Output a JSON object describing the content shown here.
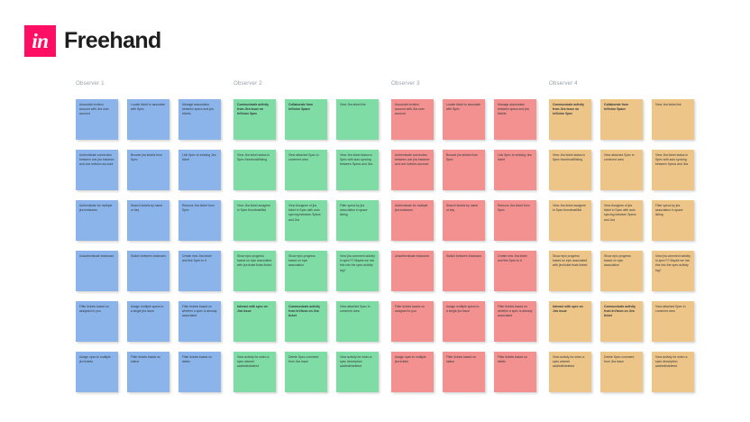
{
  "brand": {
    "mark_text": "in",
    "wordmark": "Freehand",
    "mark_color": "#ff0f64",
    "wordmark_color": "#1d1d1d"
  },
  "palette": {
    "blue": "#8ab4ea",
    "green": "#7fdca4",
    "pink": "#f2918f",
    "orange": "#eec589",
    "background": "#ffffff",
    "column_title": "#9aa0a6"
  },
  "columns": [
    {
      "title": "Observer 1",
      "color_key": "blue",
      "notes": [
        {
          "text": "Associate invision account with Jira user account",
          "bold": false
        },
        {
          "text": "Locate ticket to associate with Spec",
          "bold": false
        },
        {
          "text": "Manage association between specs and jira tickets",
          "bold": false
        },
        {
          "text": "Authenticate connection between one jira instance and one invision account",
          "bold": false
        },
        {
          "text": "Browse jira tickets from Spec",
          "bold": false
        },
        {
          "text": "Link Spec to existing Jira ticket",
          "bold": false
        },
        {
          "text": "Authenticate for multiple jira instances",
          "bold": false
        },
        {
          "text": "Search tickets by name or key",
          "bold": false
        },
        {
          "text": "Remove Jira ticket from Spec",
          "bold": false
        },
        {
          "text": "Unauthenticate instances",
          "bold": false
        },
        {
          "text": "Switch between instances",
          "bold": false
        },
        {
          "text": "Create new Jira ticket and link Spec to it",
          "bold": false
        },
        {
          "text": "Filter tickets based on assigned to you",
          "bold": false
        },
        {
          "text": "Assign multiple specs to a single jira issue",
          "bold": false
        },
        {
          "text": "Filter tickets based on whether a spec is already associated",
          "bold": false
        },
        {
          "text": "Assign spec to multiple jira tickets",
          "bold": false
        },
        {
          "text": "Filter tickets based on status",
          "bold": false
        },
        {
          "text": "Filter tickets based on labels",
          "bold": false
        }
      ]
    },
    {
      "title": "Observer 2",
      "color_key": "green",
      "notes": [
        {
          "text": "Communicate activity from Jira issue on InVision Spec",
          "bold": true
        },
        {
          "text": "Collaborate from InVision Space",
          "bold": true
        },
        {
          "text": "View Jira ticket link",
          "bold": false
        },
        {
          "text": "View Jira ticket status in Spec thumbnail/listing",
          "bold": false
        },
        {
          "text": "View attached Spec in comment area",
          "bold": false
        },
        {
          "text": "View Jira ticket status in Spec with auto syncing between Specs and Jira",
          "bold": false
        },
        {
          "text": "View Jira ticket assignee in Spec thumbnail/list",
          "bold": false
        },
        {
          "text": "View Assignee of jira ticket in Spec with auto syncing between Specs and Jira",
          "bold": false
        },
        {
          "text": "Filter specs by jira association in space listing",
          "bold": false
        },
        {
          "text": "Show epic progress based on epic associated with jira ticket thats linked",
          "bold": false
        },
        {
          "text": "Show epic progress based on epic association",
          "bold": false
        },
        {
          "text": "View jira comment activity in spec?!? Maybe we mix this into the spec activity log?",
          "bold": false
        },
        {
          "text": "Interact with spec on Jira issue",
          "bold": true
        },
        {
          "text": "Communicate activity from InVision on Jira ticket",
          "bold": true
        },
        {
          "text": "View attached Spec in comment area",
          "bold": false
        },
        {
          "text": "View activity for when a spec artwork add/edit/deleted",
          "bold": false
        },
        {
          "text": "Delete Spec comment from Jira issue",
          "bold": false
        },
        {
          "text": "View activity for when a spec description add/edit/deleted",
          "bold": false
        }
      ]
    },
    {
      "title": "Observer 3",
      "color_key": "pink",
      "notes": [
        {
          "text": "Associate invision account with Jira user account",
          "bold": false
        },
        {
          "text": "Locate ticket to associate with Spec",
          "bold": false
        },
        {
          "text": "Manage association between specs and jira tickets",
          "bold": false
        },
        {
          "text": "Authenticate connection between one jira instance and one invision account",
          "bold": false
        },
        {
          "text": "Browse jira tickets from Spec",
          "bold": false
        },
        {
          "text": "Link Spec to existing Jira ticket",
          "bold": false
        },
        {
          "text": "Authenticate for multiple jira instances",
          "bold": false
        },
        {
          "text": "Search tickets by name or key",
          "bold": false
        },
        {
          "text": "Remove Jira ticket from Spec",
          "bold": false
        },
        {
          "text": "Unauthenticate instances",
          "bold": false
        },
        {
          "text": "Switch between instances",
          "bold": false
        },
        {
          "text": "Create new Jira ticket and link Spec to it",
          "bold": false
        },
        {
          "text": "Filter tickets based on assigned to you",
          "bold": false
        },
        {
          "text": "Assign multiple specs to a single jira issue",
          "bold": false
        },
        {
          "text": "Filter tickets based on whether a spec is already associated",
          "bold": false
        },
        {
          "text": "Assign spec to multiple jira tickets",
          "bold": false
        },
        {
          "text": "Filter tickets based on status",
          "bold": false
        },
        {
          "text": "Filter tickets based on labels",
          "bold": false
        }
      ]
    },
    {
      "title": "Observer 4",
      "color_key": "orange",
      "notes": [
        {
          "text": "Communicate activity from Jira issue on InVision Spec",
          "bold": true
        },
        {
          "text": "Collaborate from InVision Space",
          "bold": true
        },
        {
          "text": "View Jira ticket link",
          "bold": false
        },
        {
          "text": "View Jira ticket status in Spec thumbnail/listing",
          "bold": false
        },
        {
          "text": "View attached Spec in comment area",
          "bold": false
        },
        {
          "text": "View Jira ticket status in Spec with auto syncing between Specs and Jira",
          "bold": false
        },
        {
          "text": "View Jira ticket assignee in Spec thumbnail/list",
          "bold": false
        },
        {
          "text": "View Assignee of jira ticket in Spec with auto syncing between Specs and Jira",
          "bold": false
        },
        {
          "text": "Filter specs by jira association in space listing",
          "bold": false
        },
        {
          "text": "Show epic progress based on epic associated with jira ticket thats linked",
          "bold": false
        },
        {
          "text": "Show epic progress based on epic association",
          "bold": false
        },
        {
          "text": "View jira comment activity in spec?!? Maybe we mix this into the spec activity log?",
          "bold": false
        },
        {
          "text": "Interact with spec on Jira issue",
          "bold": true
        },
        {
          "text": "Communicate activity from InVision on Jira ticket",
          "bold": true
        },
        {
          "text": "View attached Spec in comment area",
          "bold": false
        },
        {
          "text": "View activity for when a spec artwork add/edit/deleted",
          "bold": false
        },
        {
          "text": "Delete Spec comment from Jira issue",
          "bold": false
        },
        {
          "text": "View activity for when a spec description add/edit/deleted",
          "bold": false
        }
      ]
    }
  ]
}
